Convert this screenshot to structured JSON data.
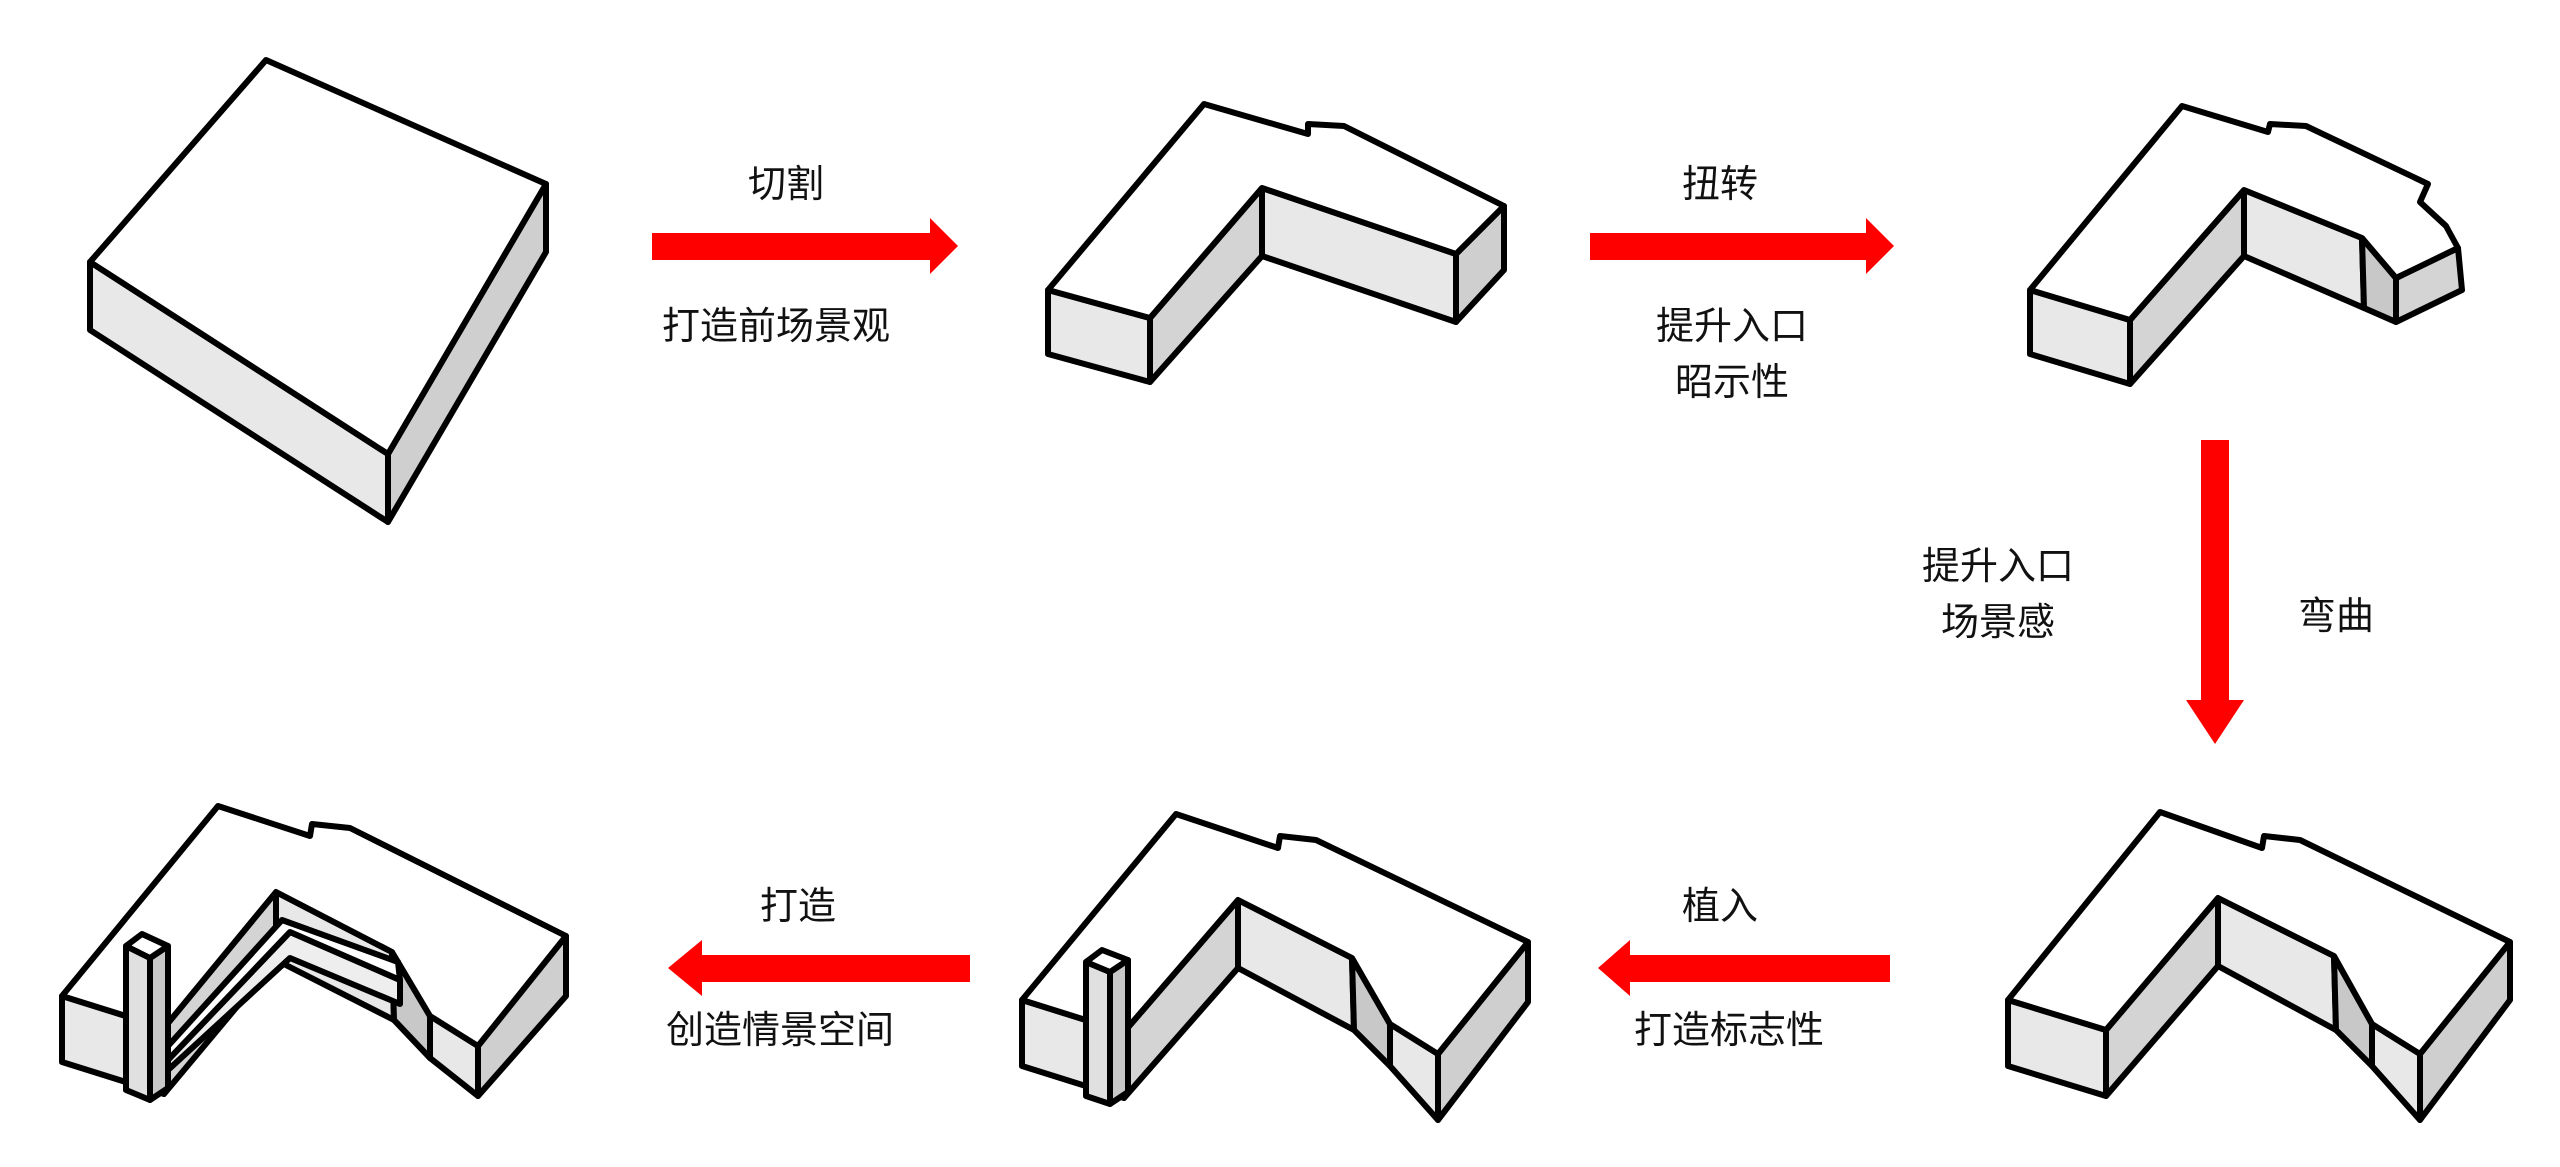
{
  "steps": {
    "cut": {
      "label": "切割",
      "caption": "打造前场景观"
    },
    "twist": {
      "label": "扭转",
      "caption_line1": "提升入口",
      "caption_line2": "昭示性"
    },
    "bend": {
      "label": "弯曲",
      "caption_line1": "提升入口",
      "caption_line2": "场景感"
    },
    "insert": {
      "label": "植入",
      "caption": "打造标志性"
    },
    "build": {
      "label": "打造",
      "caption": "创造情景空间"
    }
  },
  "colors": {
    "arrow": "#ff0000",
    "top_face": "#ffffff",
    "side_light": "#e8e8e8",
    "side_dark": "#cfcfcf",
    "outline": "#000000"
  }
}
